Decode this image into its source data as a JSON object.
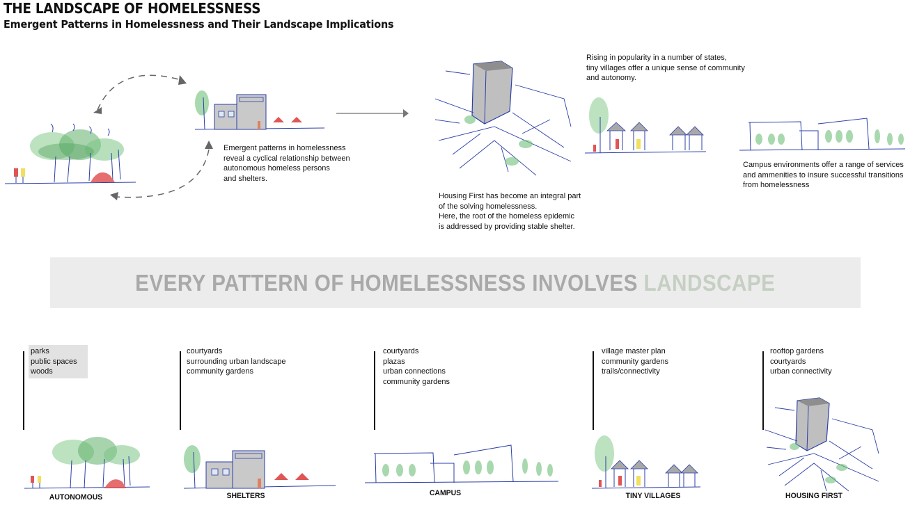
{
  "header": {
    "title": "THE LANDSCAPE OF HOMELESSNESS",
    "subtitle": "Emergent Patterns in Homelessness and Their Landscape Implications"
  },
  "top_section": {
    "cycle_caption": "Emergent patterns in homelessness\nreveal a cyclical relationship between\nautonomous homeless persons\nand shelters.",
    "housing_first_caption": "Housing First has become an integral part\nof the solving homelessness.\nHere, the root of the homeless epidemic\nis addressed by providing stable shelter.",
    "tiny_villages_caption": "Rising in popularity in a number of states,\ntiny villages offer a unique sense of community\nand autonomy.",
    "campus_caption": "Campus environments offer a range of services\nand ammenities to insure successful transitions\nfrom homelessness"
  },
  "banner": {
    "main_text": "EVERY PATTERN OF HOMELESSNESS INVOLVES ",
    "accent_text": "LANDSCAPE",
    "colors": {
      "background": "#ececec",
      "main": "#a9a9a9",
      "accent": "#c5cfc3"
    }
  },
  "patterns": [
    {
      "label": "AUTONOMOUS",
      "landscapes": [
        "parks",
        "public spaces",
        "woods"
      ],
      "highlighted": true
    },
    {
      "label": "SHELTERS",
      "landscapes": [
        "courtyards",
        "surrounding urban landscape",
        "community gardens"
      ]
    },
    {
      "label": "CAMPUS",
      "landscapes": [
        "courtyards",
        "plazas",
        "urban connections",
        "community gardens"
      ]
    },
    {
      "label": "TINY VILLAGES",
      "landscapes": [
        "village master plan",
        "community gardens",
        "trails/connectivity"
      ]
    },
    {
      "label": "HOUSING FIRST",
      "landscapes": [
        "rooftop gardens",
        "courtyards",
        "urban connectivity"
      ]
    }
  ],
  "illustrations": {
    "autonomous": "tree-grove-with-tent-sketch",
    "shelter": "shelter-building-sketch",
    "housing_first": "tower-block-aerial-sketch",
    "tiny_villages": "tiny-houses-sketch",
    "campus": "campus-building-section-sketch"
  },
  "palette": {
    "ink": "#2b3fa8",
    "foliage": "#5fae6a",
    "tent": "#e05555",
    "building": "#c9c9c9",
    "arrow": "#666666"
  }
}
